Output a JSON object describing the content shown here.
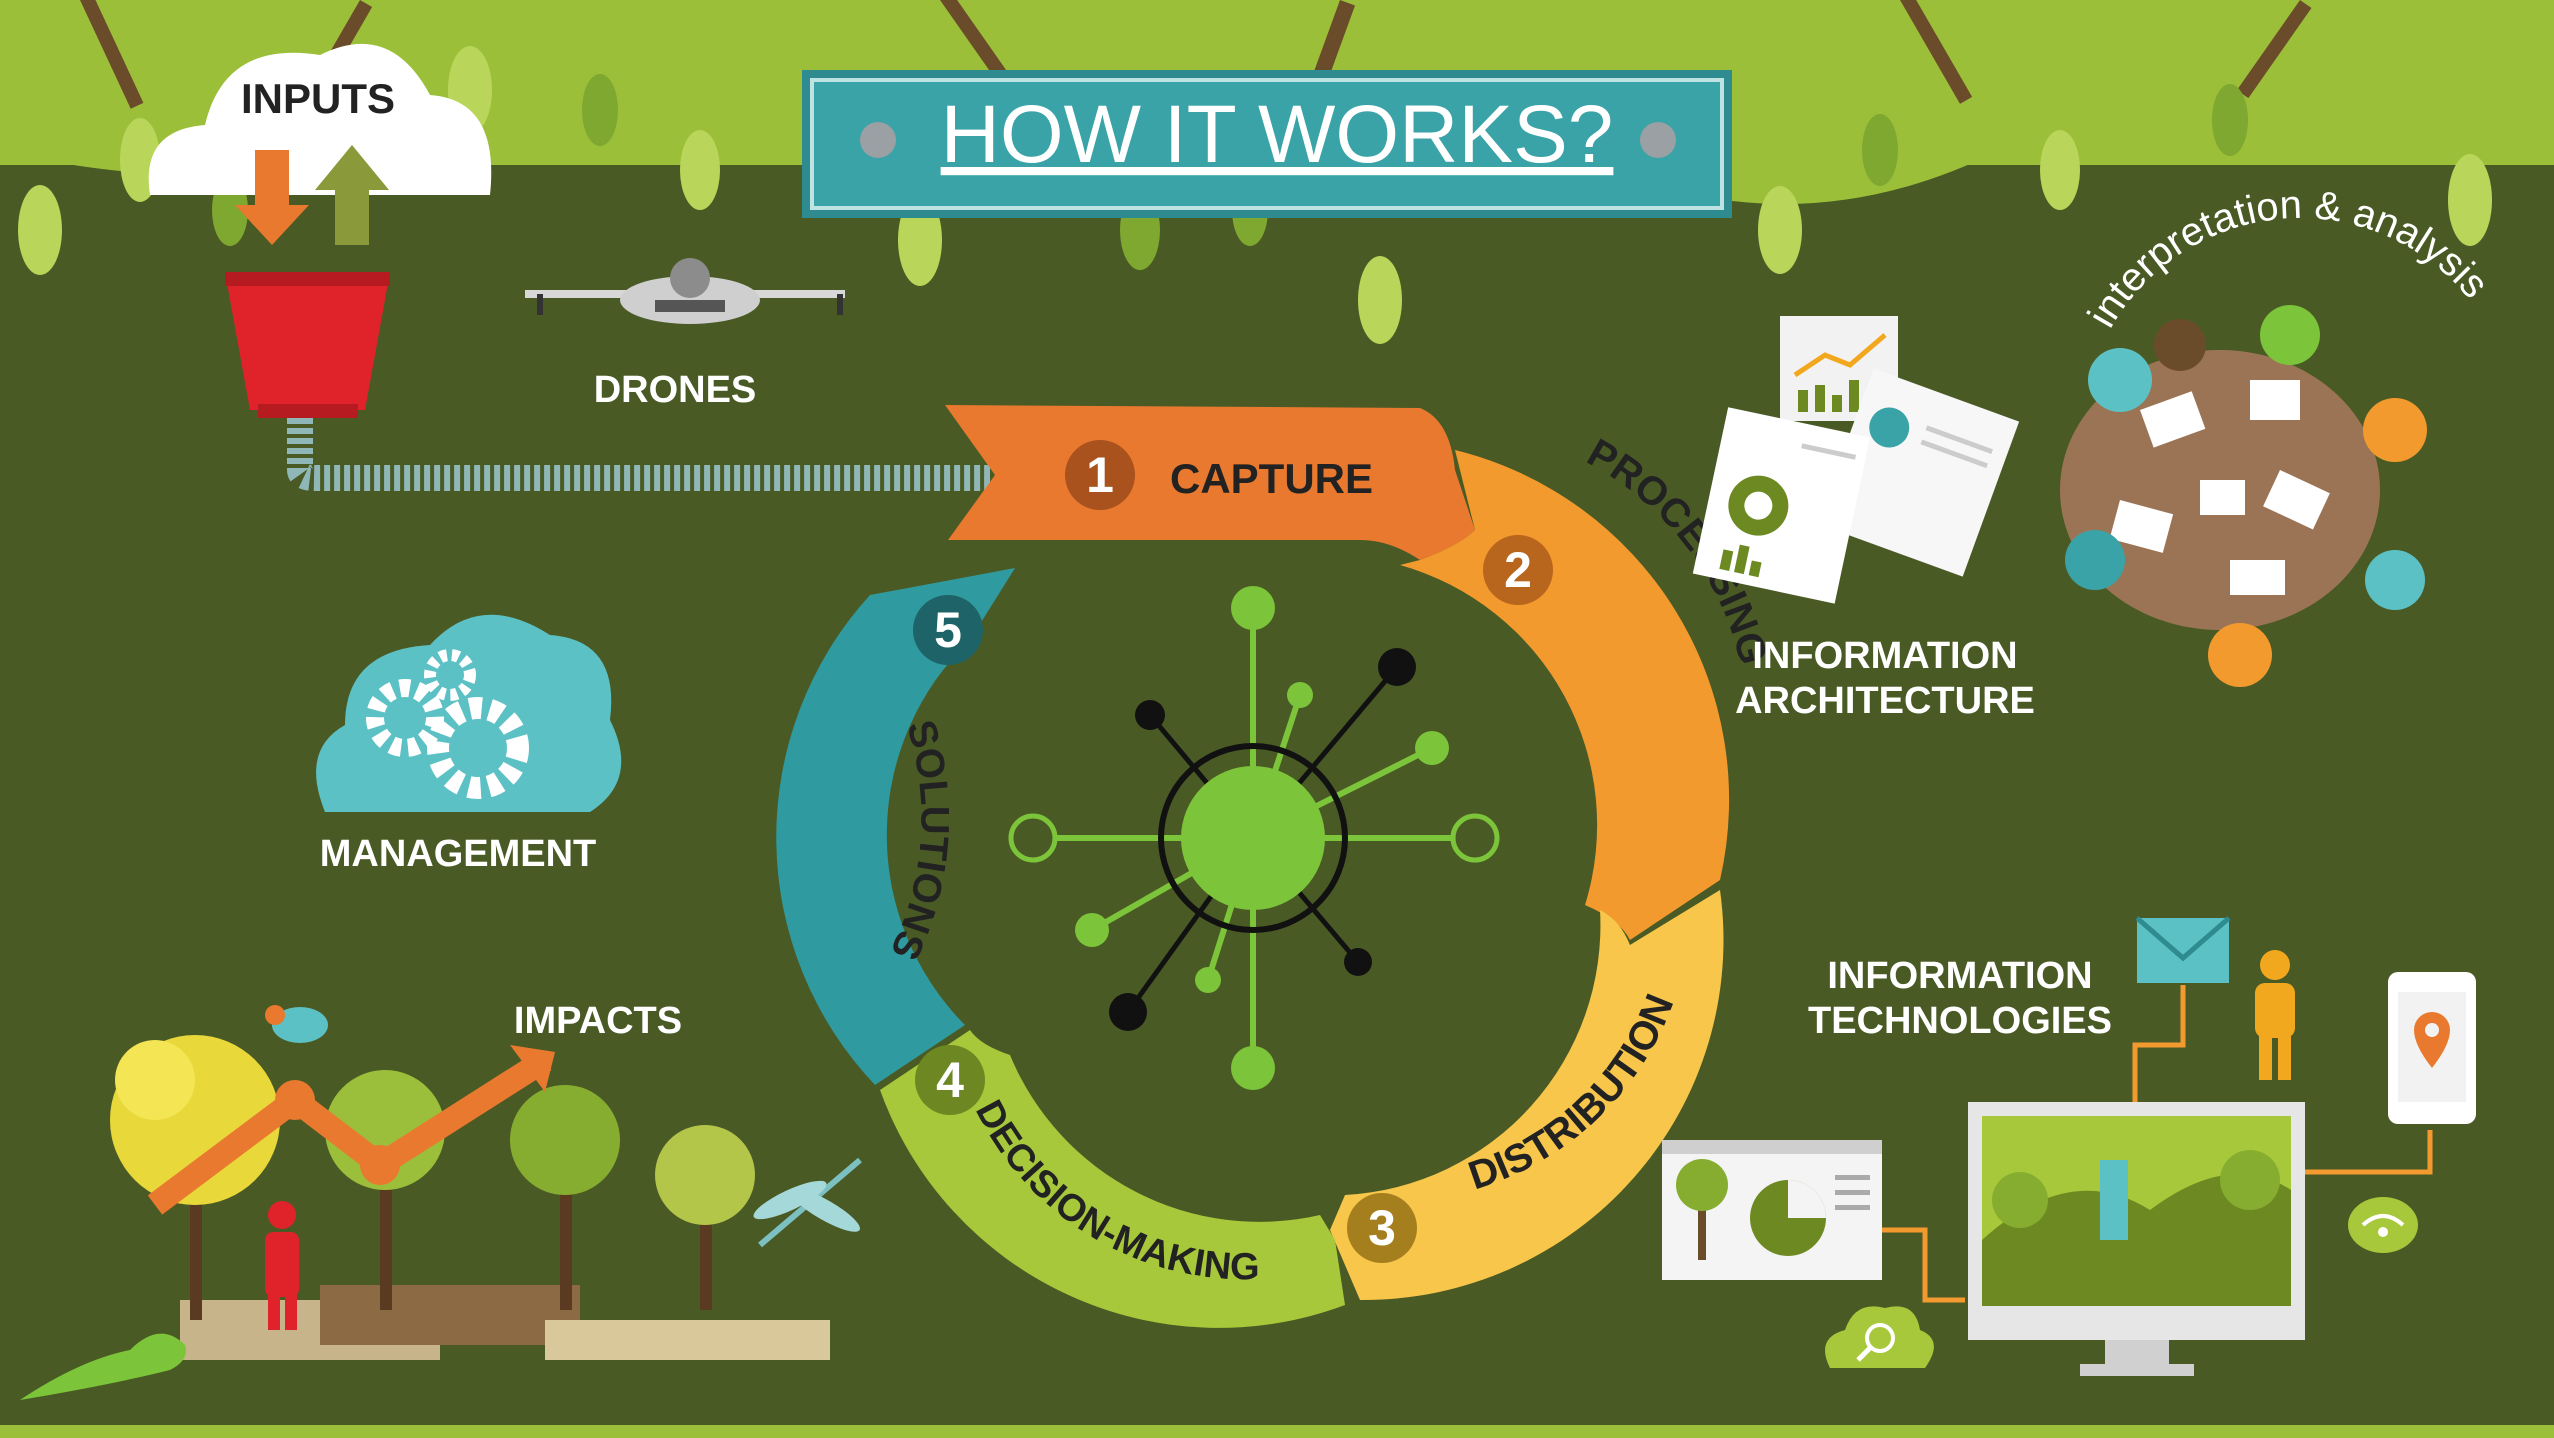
{
  "title": "HOW IT WORKS?",
  "cycle": {
    "steps": [
      {
        "number": "1",
        "label": "CAPTURE"
      },
      {
        "number": "2",
        "label": "PROCESSING"
      },
      {
        "number": "3",
        "label": "DISTRIBUTION"
      },
      {
        "number": "4",
        "label": "DECISION-MAKING"
      },
      {
        "number": "5",
        "label": "SOLUTIONS"
      }
    ]
  },
  "labels": {
    "inputs": "INPUTS",
    "drones": "DRONES",
    "management": "MANAGEMENT",
    "impacts": "IMPACTS",
    "info_arch_line1": "INFORMATION",
    "info_arch_line2": "ARCHITECTURE",
    "interpretation": "interpretation & analysis",
    "info_tech_line1": "INFORMATION",
    "info_tech_line2": "TECHNOLOGIES"
  },
  "colors": {
    "background": "#4a5a25",
    "canopy": "#9cbf3a",
    "capture": "#e8792f",
    "processing": "#f29a2e",
    "distribution": "#f7c64a",
    "decision": "#a7c83a",
    "solutions": "#2f9aa0",
    "title_panel": "#3aa3a7"
  },
  "icons": {
    "cloud": "cloud-arrows-icon",
    "funnel": "funnel-icon",
    "drone": "drone-icon",
    "management": "cloud-gears-icon",
    "hub": "network-hub-icon",
    "documents": "report-documents-icon",
    "meeting": "meeting-table-icon",
    "envelope": "envelope-icon",
    "person": "person-icon",
    "phone": "smartphone-location-icon",
    "monitor": "monitor-icon",
    "browser": "browser-chart-icon",
    "wifi": "wifi-bubble-icon",
    "search": "search-cloud-icon"
  }
}
